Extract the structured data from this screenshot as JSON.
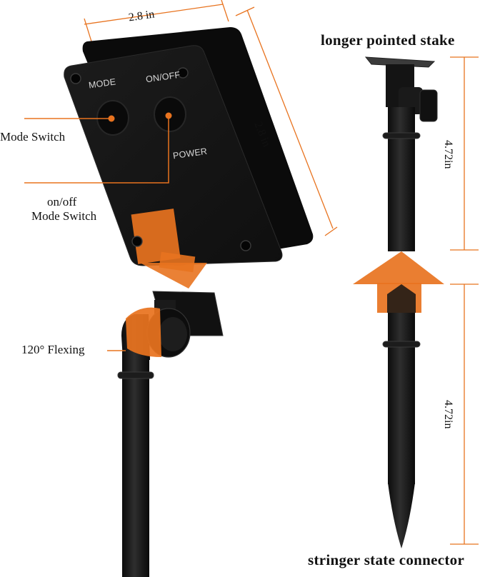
{
  "labels": {
    "top_width": "2.8 in",
    "side_height": "2.8 in",
    "mode_switch": "Mode Switch",
    "onoff_line1": "on/off",
    "onoff_line2": "Mode Switch",
    "flexing": "120° Flexing",
    "stake_title": "longer pointed stake",
    "upper_length": "4.72in",
    "lower_length": "4.72in",
    "connector_title": "stringer state connector"
  },
  "panel": {
    "mode_label": "MODE",
    "onoff_label": "ON/OFF",
    "power_label": "POWER"
  },
  "colors": {
    "accent": "#E8731F",
    "product": "#141414",
    "product_edge": "#2c2c2c"
  },
  "icons": [
    "screw-icon",
    "arrow-down-icon",
    "arrow-up-icon",
    "flex-arrow-icon"
  ]
}
